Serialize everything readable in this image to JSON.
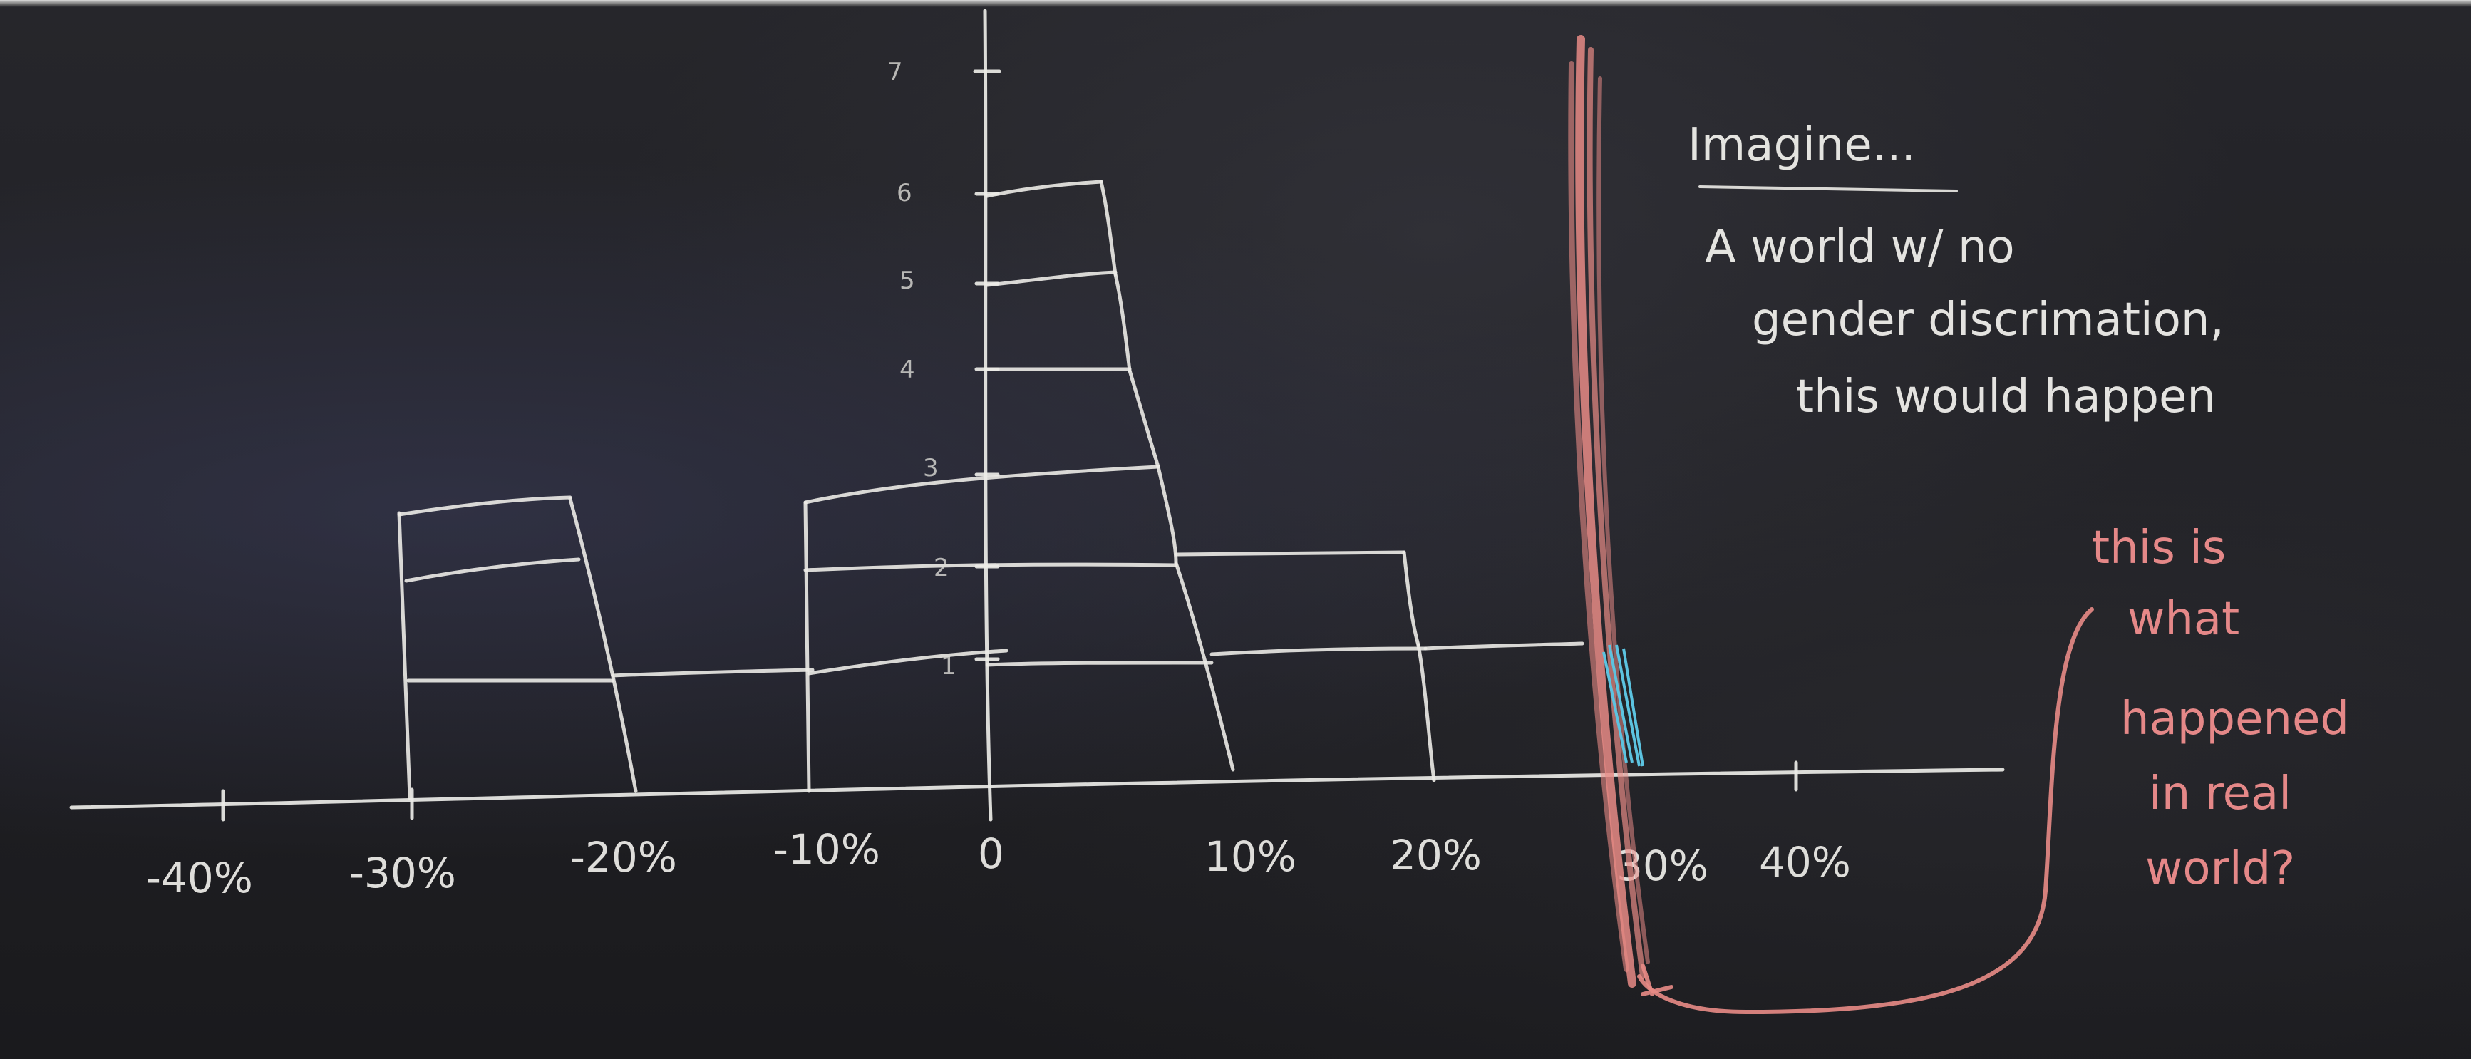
{
  "chalkboard": {
    "x_axis_labels": [
      "-40%",
      "-30%",
      "-20%",
      "-10%",
      "0",
      "10%",
      "20%",
      "30%",
      "40%"
    ],
    "y_axis_labels": [
      "1",
      "2",
      "3",
      "4",
      "5",
      "6",
      "7"
    ],
    "note_title": "Imagine...",
    "note_lines": [
      "A world w/ no",
      "gender discrimation,",
      "this would happen"
    ],
    "red_note_lines": [
      "this is",
      "what",
      "happened",
      "in real",
      "world?"
    ],
    "colors": {
      "board": "#202024",
      "chalk_white": "#ecebe7",
      "chalk_red": "#e88b86",
      "chalk_blue": "#5cc3e0"
    }
  },
  "histogram": {
    "bins": [
      "-30% to -20%",
      "-20% to -10%",
      "-10% to 0",
      "0 to 10%",
      "10% to 20%",
      "20% to 30%"
    ],
    "counts": [
      3,
      1,
      3,
      6,
      2,
      1
    ]
  }
}
